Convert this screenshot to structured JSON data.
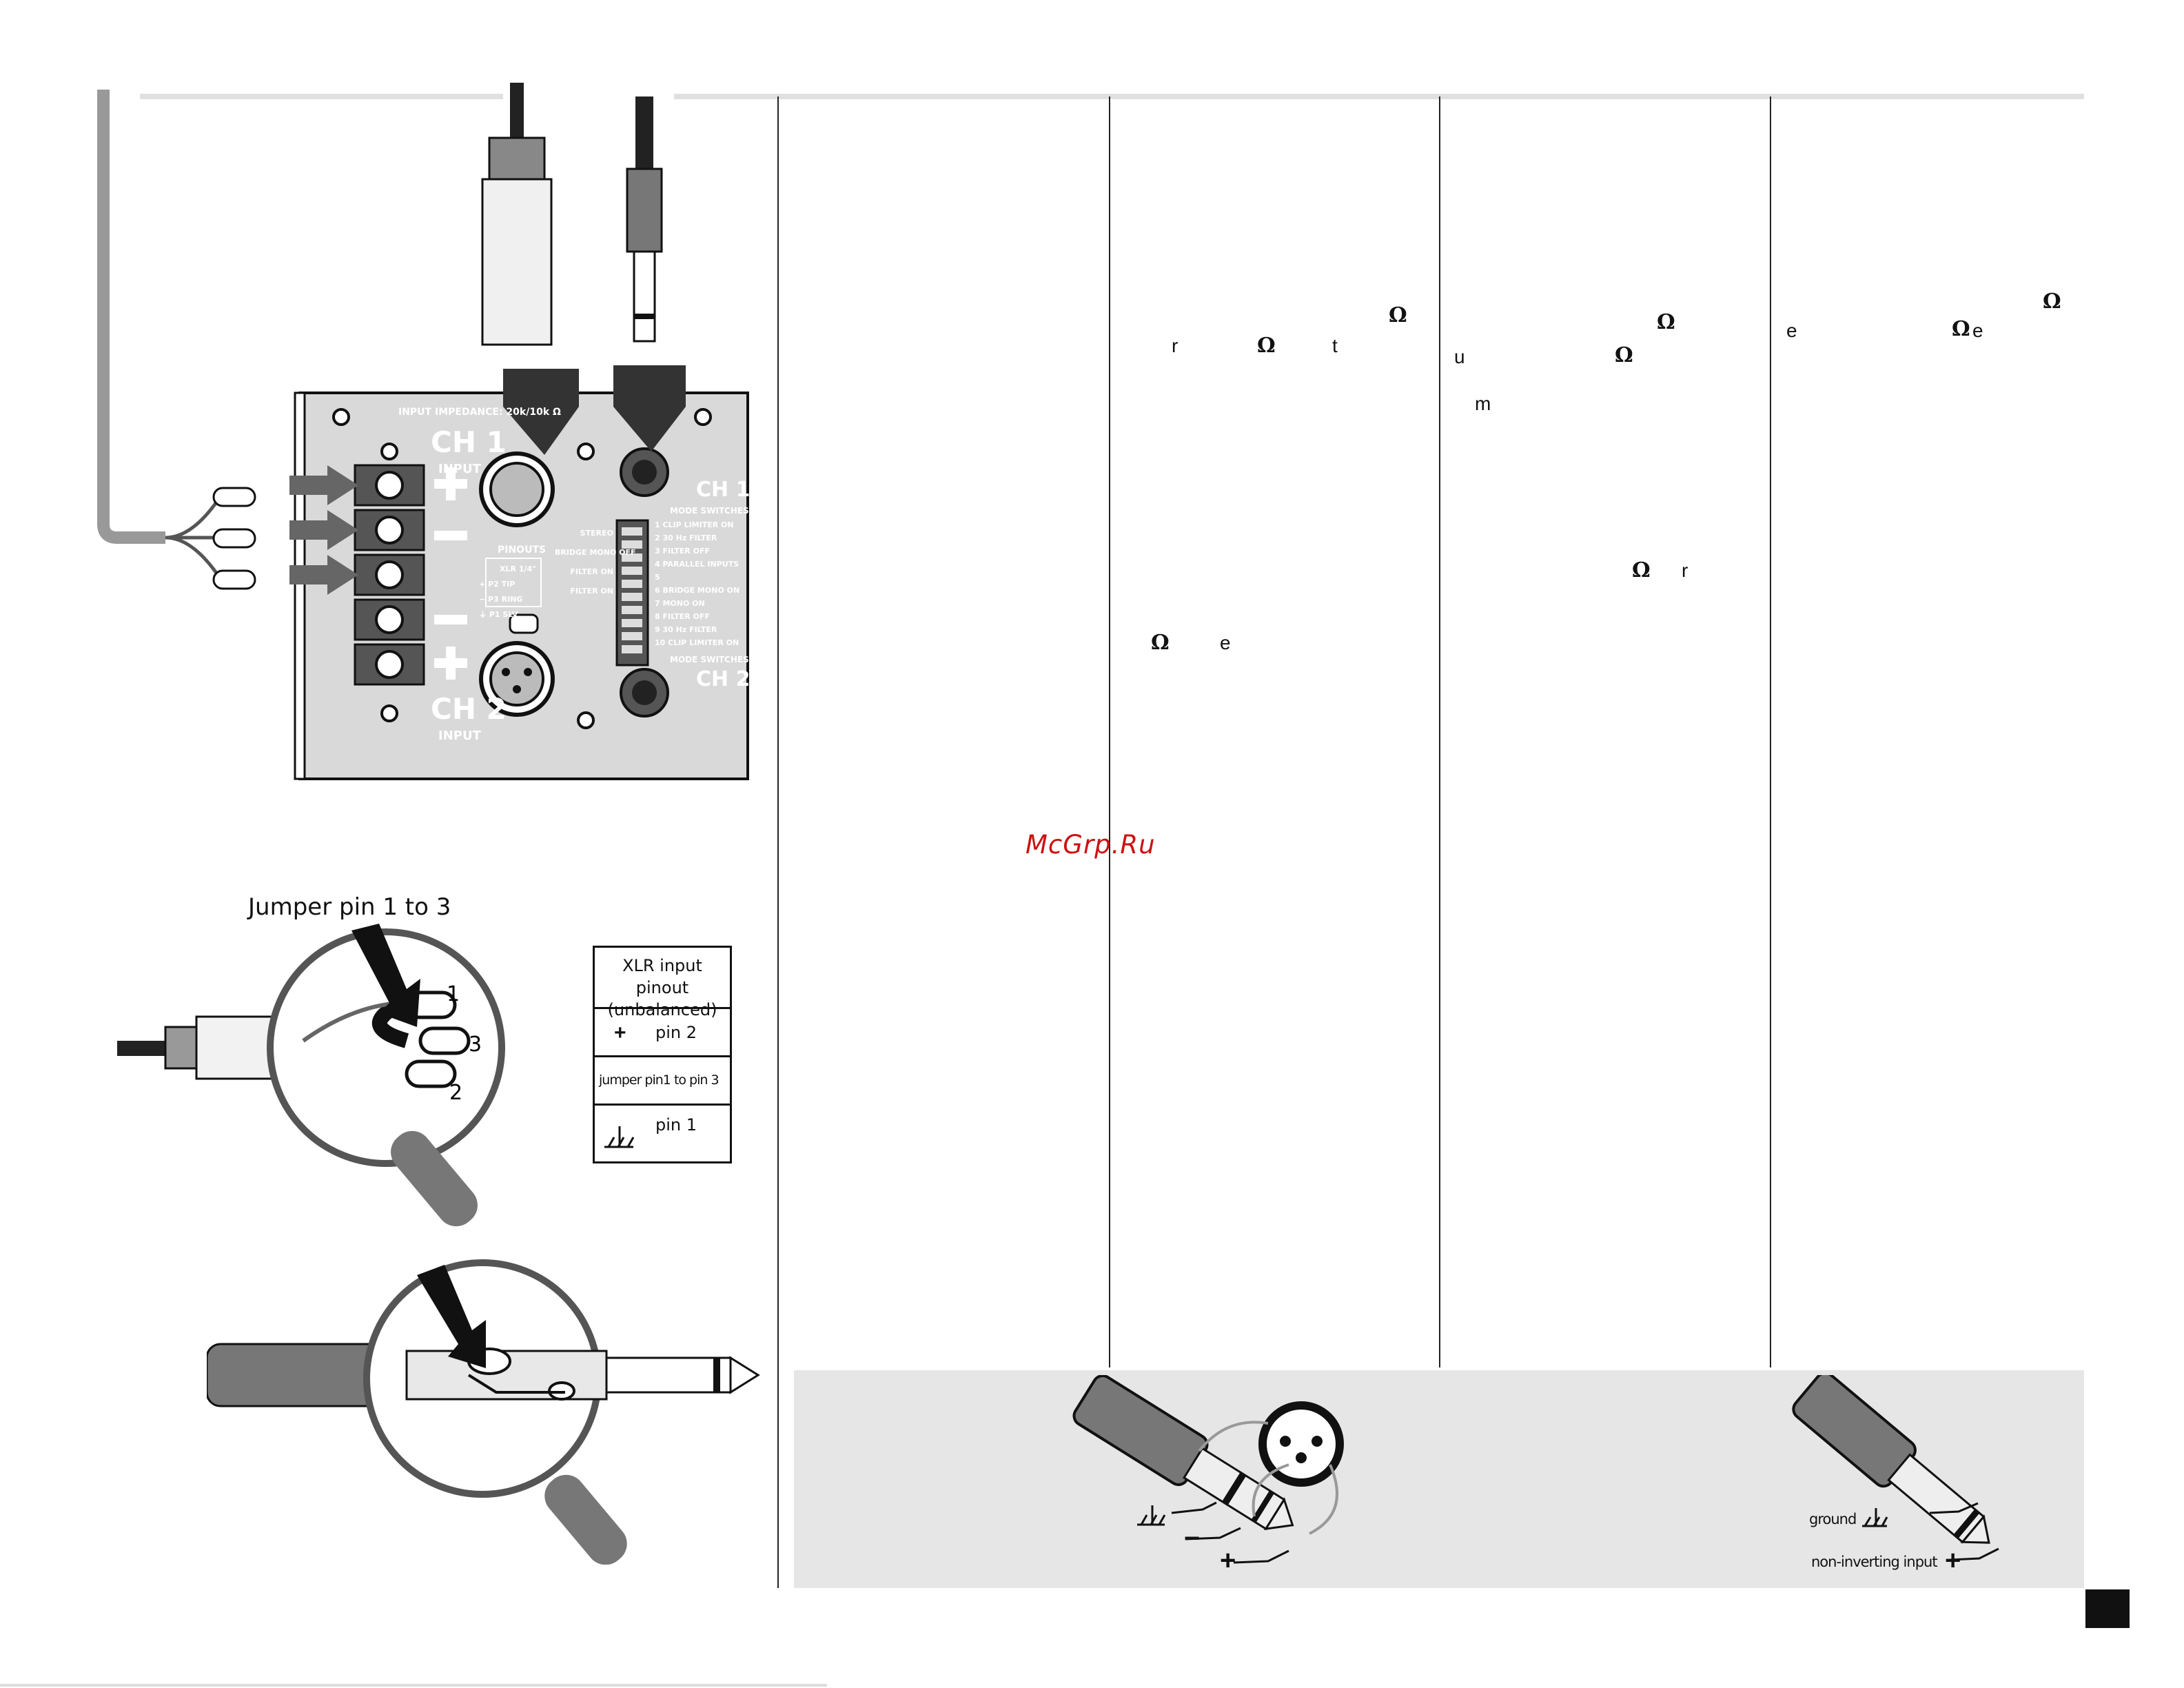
{
  "figures": {
    "jumper_label": "Jumper pin 1 to 3",
    "xlr_pinout": {
      "title_line1": "XLR input pinout",
      "title_line2": "(unbalanced)",
      "rows": [
        {
          "symbol": "+",
          "label": "pin 2"
        },
        {
          "symbol": "",
          "label": "jumper pin1 to pin 3"
        },
        {
          "symbol": "ground-icon",
          "label": "pin 1"
        }
      ]
    },
    "panel": {
      "ch1_input": "CH 1",
      "ch1_input_sub": "INPUT",
      "ch2_input": "CH 2",
      "ch2_input_sub": "INPUT",
      "impedance": "INPUT IMPEDANCE: 20k/10k Ω",
      "pinouts": "PINOUTS",
      "pinout_headers": [
        "XLR",
        "1/4\""
      ],
      "pinout_rows": [
        [
          "+",
          "P2",
          "TIP"
        ],
        [
          "−",
          "P3",
          "RING"
        ],
        [
          "⏚",
          "P1",
          "SLV"
        ]
      ],
      "ch1_mode": "CH 1",
      "ch1_mode_sub": "MODE SWITCHES",
      "ch2_mode": "CH 2",
      "ch2_mode_sub": "MODE SWITCHES",
      "switch_labels": [
        "1  CLIP LIMITER ON",
        "2  30 Hz FILTER",
        "3  FILTER OFF",
        "4  PARALLEL INPUTS",
        "5",
        "6  BRIDGE MONO ON",
        "7  MONO ON",
        "8  FILTER OFF",
        "9  30 Hz FILTER",
        "10 CLIP LIMITER ON"
      ],
      "left_labels": [
        "STEREO",
        "BRIDGE MONO OFF",
        "FILTER ON",
        "FILTER ON"
      ]
    },
    "bottom_left_symbols": [
      "ground-icon",
      "−",
      "+"
    ],
    "bottom_right_labels": [
      "ground",
      "non-inverting input"
    ],
    "bottom_right_symbols": [
      "ground-icon",
      "+"
    ]
  },
  "text_fragments": {
    "col2": [
      {
        "t": "Ω",
        "omega": true
      },
      {
        "t": "r"
      },
      {
        "t": "Ω",
        "omega": true
      },
      {
        "t": "t"
      },
      {
        "t": "Ω",
        "omega": true
      },
      {
        "t": "e"
      }
    ],
    "col3": [
      {
        "t": "Ω",
        "omega": true
      },
      {
        "t": "u"
      },
      {
        "t": "Ω",
        "omega": true
      },
      {
        "t": "m"
      },
      {
        "t": "Ω",
        "omega": true
      },
      {
        "t": "r"
      }
    ],
    "col4": [
      {
        "t": "Ω",
        "omega": true
      },
      {
        "t": "e"
      },
      {
        "t": "Ω",
        "omega": true
      },
      {
        "t": "e"
      }
    ]
  },
  "watermark": "McGrp.Ru",
  "colors": {
    "ink": "#111111",
    "panel_gray": "#d9d9d9",
    "connector_gray": "#7a7a7a",
    "band_gray": "#e6e6e6",
    "rule_gray": "#dddddd",
    "watermark_red": "#cc1111"
  }
}
